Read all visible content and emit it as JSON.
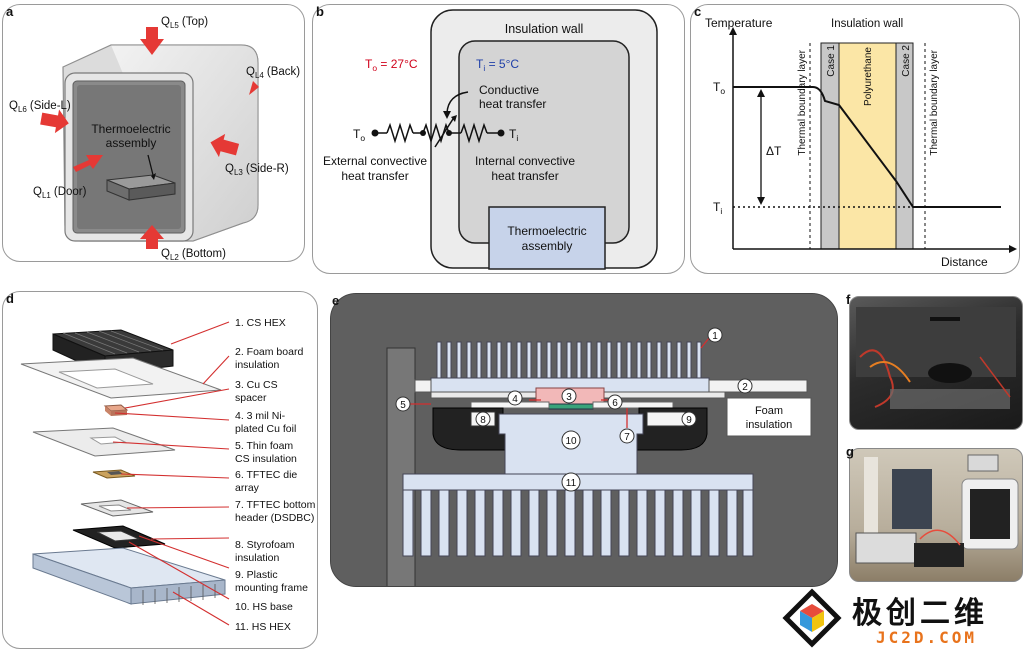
{
  "panels": {
    "a": "a",
    "b": "b",
    "c": "c",
    "d": "d",
    "e": "e",
    "f": "f",
    "g": "g"
  },
  "panel_a": {
    "loads": {
      "top": "Q",
      "top_sub": "L5",
      "top_suffix": "(Top)",
      "back": "Q",
      "back_sub": "L4",
      "back_suffix": "(Back)",
      "side_l": "Q",
      "side_l_sub": "L6",
      "side_l_suffix": "(Side-L)",
      "side_r": "Q",
      "side_r_sub": "L3",
      "side_r_suffix": "(Side-R)",
      "door": "Q",
      "door_sub": "L1",
      "door_suffix": "(Door)",
      "bottom": "Q",
      "bottom_sub": "L2",
      "bottom_suffix": "(Bottom)"
    },
    "assembly_line1": "Thermoelectric",
    "assembly_line2": "assembly"
  },
  "panel_b": {
    "wall_label": "Insulation wall",
    "to_text": "T",
    "to_sub": "o",
    "to_value": " = 27°C",
    "ti_text": "T",
    "ti_sub": "i",
    "ti_value": " = 5°C",
    "conductive_line1": "Conductive",
    "conductive_line2": "heat transfer",
    "node_to": "T",
    "node_to_sub": "o",
    "node_ti": "T",
    "node_ti_sub": "i",
    "external_line1": "External convective",
    "external_line2": "heat transfer",
    "internal_line1": "Internal convective",
    "internal_line2": "heat transfer",
    "te_line1": "Thermoelectric",
    "te_line2": "assembly",
    "colors": {
      "outside": "#d0021b",
      "inside": "#1f3fa8"
    }
  },
  "panel_c": {
    "ylabel": "Temperature",
    "xlabel": "Distance",
    "wall_label": "Insulation wall",
    "to": "T",
    "to_sub": "o",
    "ti": "T",
    "ti_sub": "i",
    "delta": "ΔT",
    "case1": "Case 1",
    "case2": "Case 2",
    "polyurethane": "Polyurethane",
    "boundary_left": "Thermal boundary layer",
    "boundary_right": "Thermal boundary layer",
    "colors": {
      "case": "#c8c8c8",
      "polyurethane": "#fbe6a6"
    }
  },
  "panel_d": {
    "items": [
      "1. CS HEX",
      "2. Foam board",
      "insulation",
      "3. Cu CS",
      "spacer",
      "4. 3 mil Ni-",
      "plated Cu foil",
      "5. Thin foam",
      "CS insulation",
      "6. TFTEC die",
      "array",
      "7. TFTEC bottom",
      "header (DSDBC)",
      "8. Styrofoam",
      "insulation",
      "9. Plastic",
      "mounting frame",
      "10. HS base",
      "11. HS HEX"
    ]
  },
  "panel_e": {
    "markers": [
      "1",
      "2",
      "3",
      "4",
      "5",
      "6",
      "7",
      "8",
      "9",
      "10",
      "11"
    ],
    "foam_line1": "Foam",
    "foam_line2": "insulation"
  },
  "watermark": {
    "cn": "极创二维",
    "en": "JC2D.COM"
  }
}
